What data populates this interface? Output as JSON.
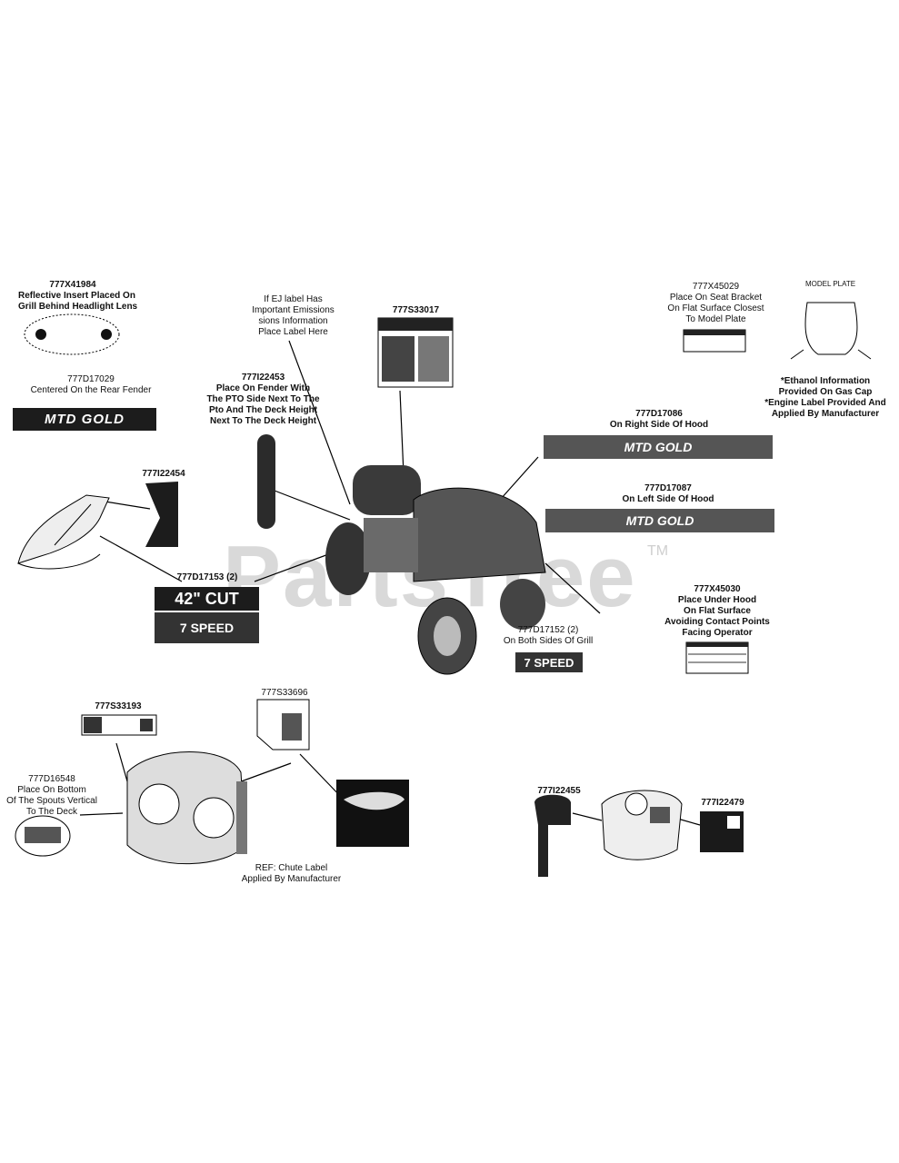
{
  "watermark": {
    "text": "PartsTree",
    "tm": "TM"
  },
  "callouts": [
    {
      "id": "c777X41984",
      "lines": [
        "777X41984",
        "Reflective Insert Placed On",
        "Grill Behind Headlight Lens"
      ]
    },
    {
      "id": "c777D17029",
      "lines": [
        "777D17029",
        "Centered On the Rear Fender"
      ]
    },
    {
      "id": "c777I22454",
      "lines": [
        "777I22454"
      ]
    },
    {
      "id": "c777D17153",
      "lines": [
        "777D17153 (2)"
      ]
    },
    {
      "id": "cEmissions",
      "lines": [
        "If EJ label Has",
        "Important Emissions",
        "sions Information",
        "Place Label Here"
      ]
    },
    {
      "id": "c777I22453",
      "lines": [
        "777I22453",
        "Place On Fender With",
        "The PTO Side Next To The",
        "Pto And The Deck Height",
        "Next To The Deck Height"
      ]
    },
    {
      "id": "c777S33017",
      "lines": [
        "777S33017"
      ]
    },
    {
      "id": "c777X45029",
      "lines": [
        "777X45029",
        "Place On Seat Bracket",
        "On Flat Surface Closest",
        "To Model Plate"
      ]
    },
    {
      "id": "cModelPlate",
      "lines": [
        "MODEL PLATE"
      ]
    },
    {
      "id": "cEthanol",
      "lines": [
        "*Ethanol Information",
        "Provided On Gas Cap",
        "*Engine Label Provided And",
        "Applied By Manufacturer"
      ]
    },
    {
      "id": "c777D17086",
      "lines": [
        "777D17086",
        "On Right Side Of Hood"
      ]
    },
    {
      "id": "c777D17087",
      "lines": [
        "777D17087",
        "On Left Side Of Hood"
      ]
    },
    {
      "id": "c777X45030",
      "lines": [
        "777X45030",
        "Place Under Hood",
        "On Flat Surface",
        "Avoiding Contact Points",
        "Facing Operator"
      ]
    },
    {
      "id": "c777D17152",
      "lines": [
        "777D17152 (2)",
        "On Both Sides Of Grill"
      ]
    },
    {
      "id": "c777S33193",
      "lines": [
        "777S33193"
      ]
    },
    {
      "id": "c777S33696",
      "lines": [
        "777S33696"
      ]
    },
    {
      "id": "c777D16548",
      "lines": [
        "777D16548",
        "Place On Bottom",
        "Of The Spouts Vertical",
        "To The Deck"
      ]
    },
    {
      "id": "cChute",
      "lines": [
        "REF: Chute Label",
        "Applied By Manufacturer"
      ]
    },
    {
      "id": "c777I22455",
      "lines": [
        "777I22455"
      ]
    },
    {
      "id": "c777I22479",
      "lines": [
        "777I22479"
      ]
    }
  ],
  "decals": {
    "mtd_gold": "MTD GOLD",
    "cut_42": "42\" CUT",
    "speed_7": "7 SPEED",
    "speed_7b": "7 SPEED"
  }
}
